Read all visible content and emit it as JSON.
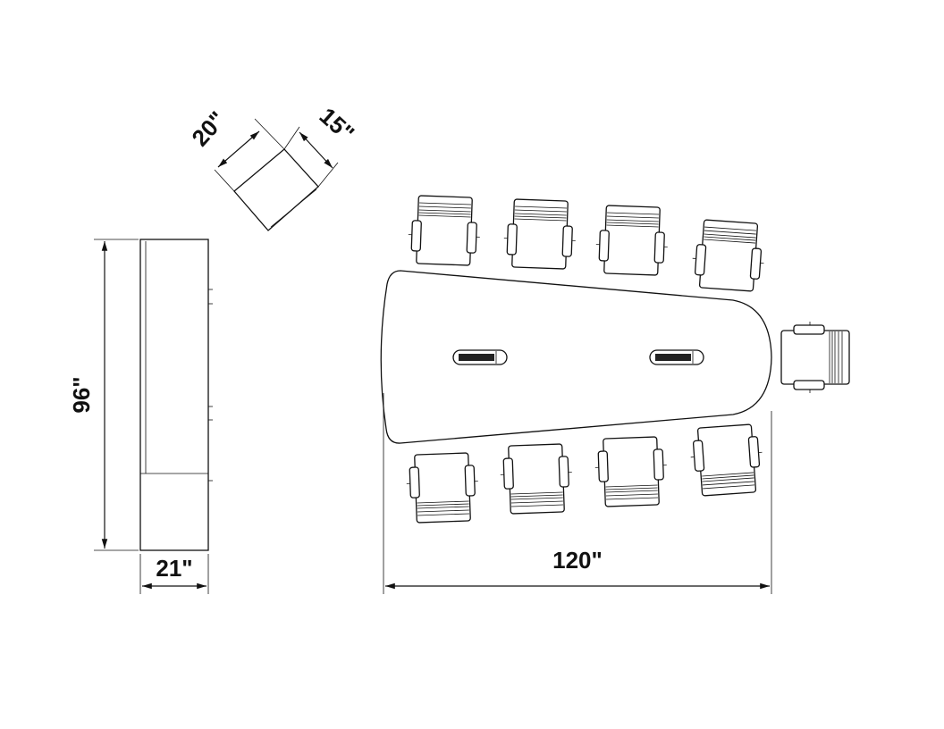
{
  "dimensions": {
    "height_label": "96\"",
    "depth_label": "21\"",
    "width_label": "120\"",
    "item_width_label": "20\"",
    "item_depth_label": "15\""
  }
}
